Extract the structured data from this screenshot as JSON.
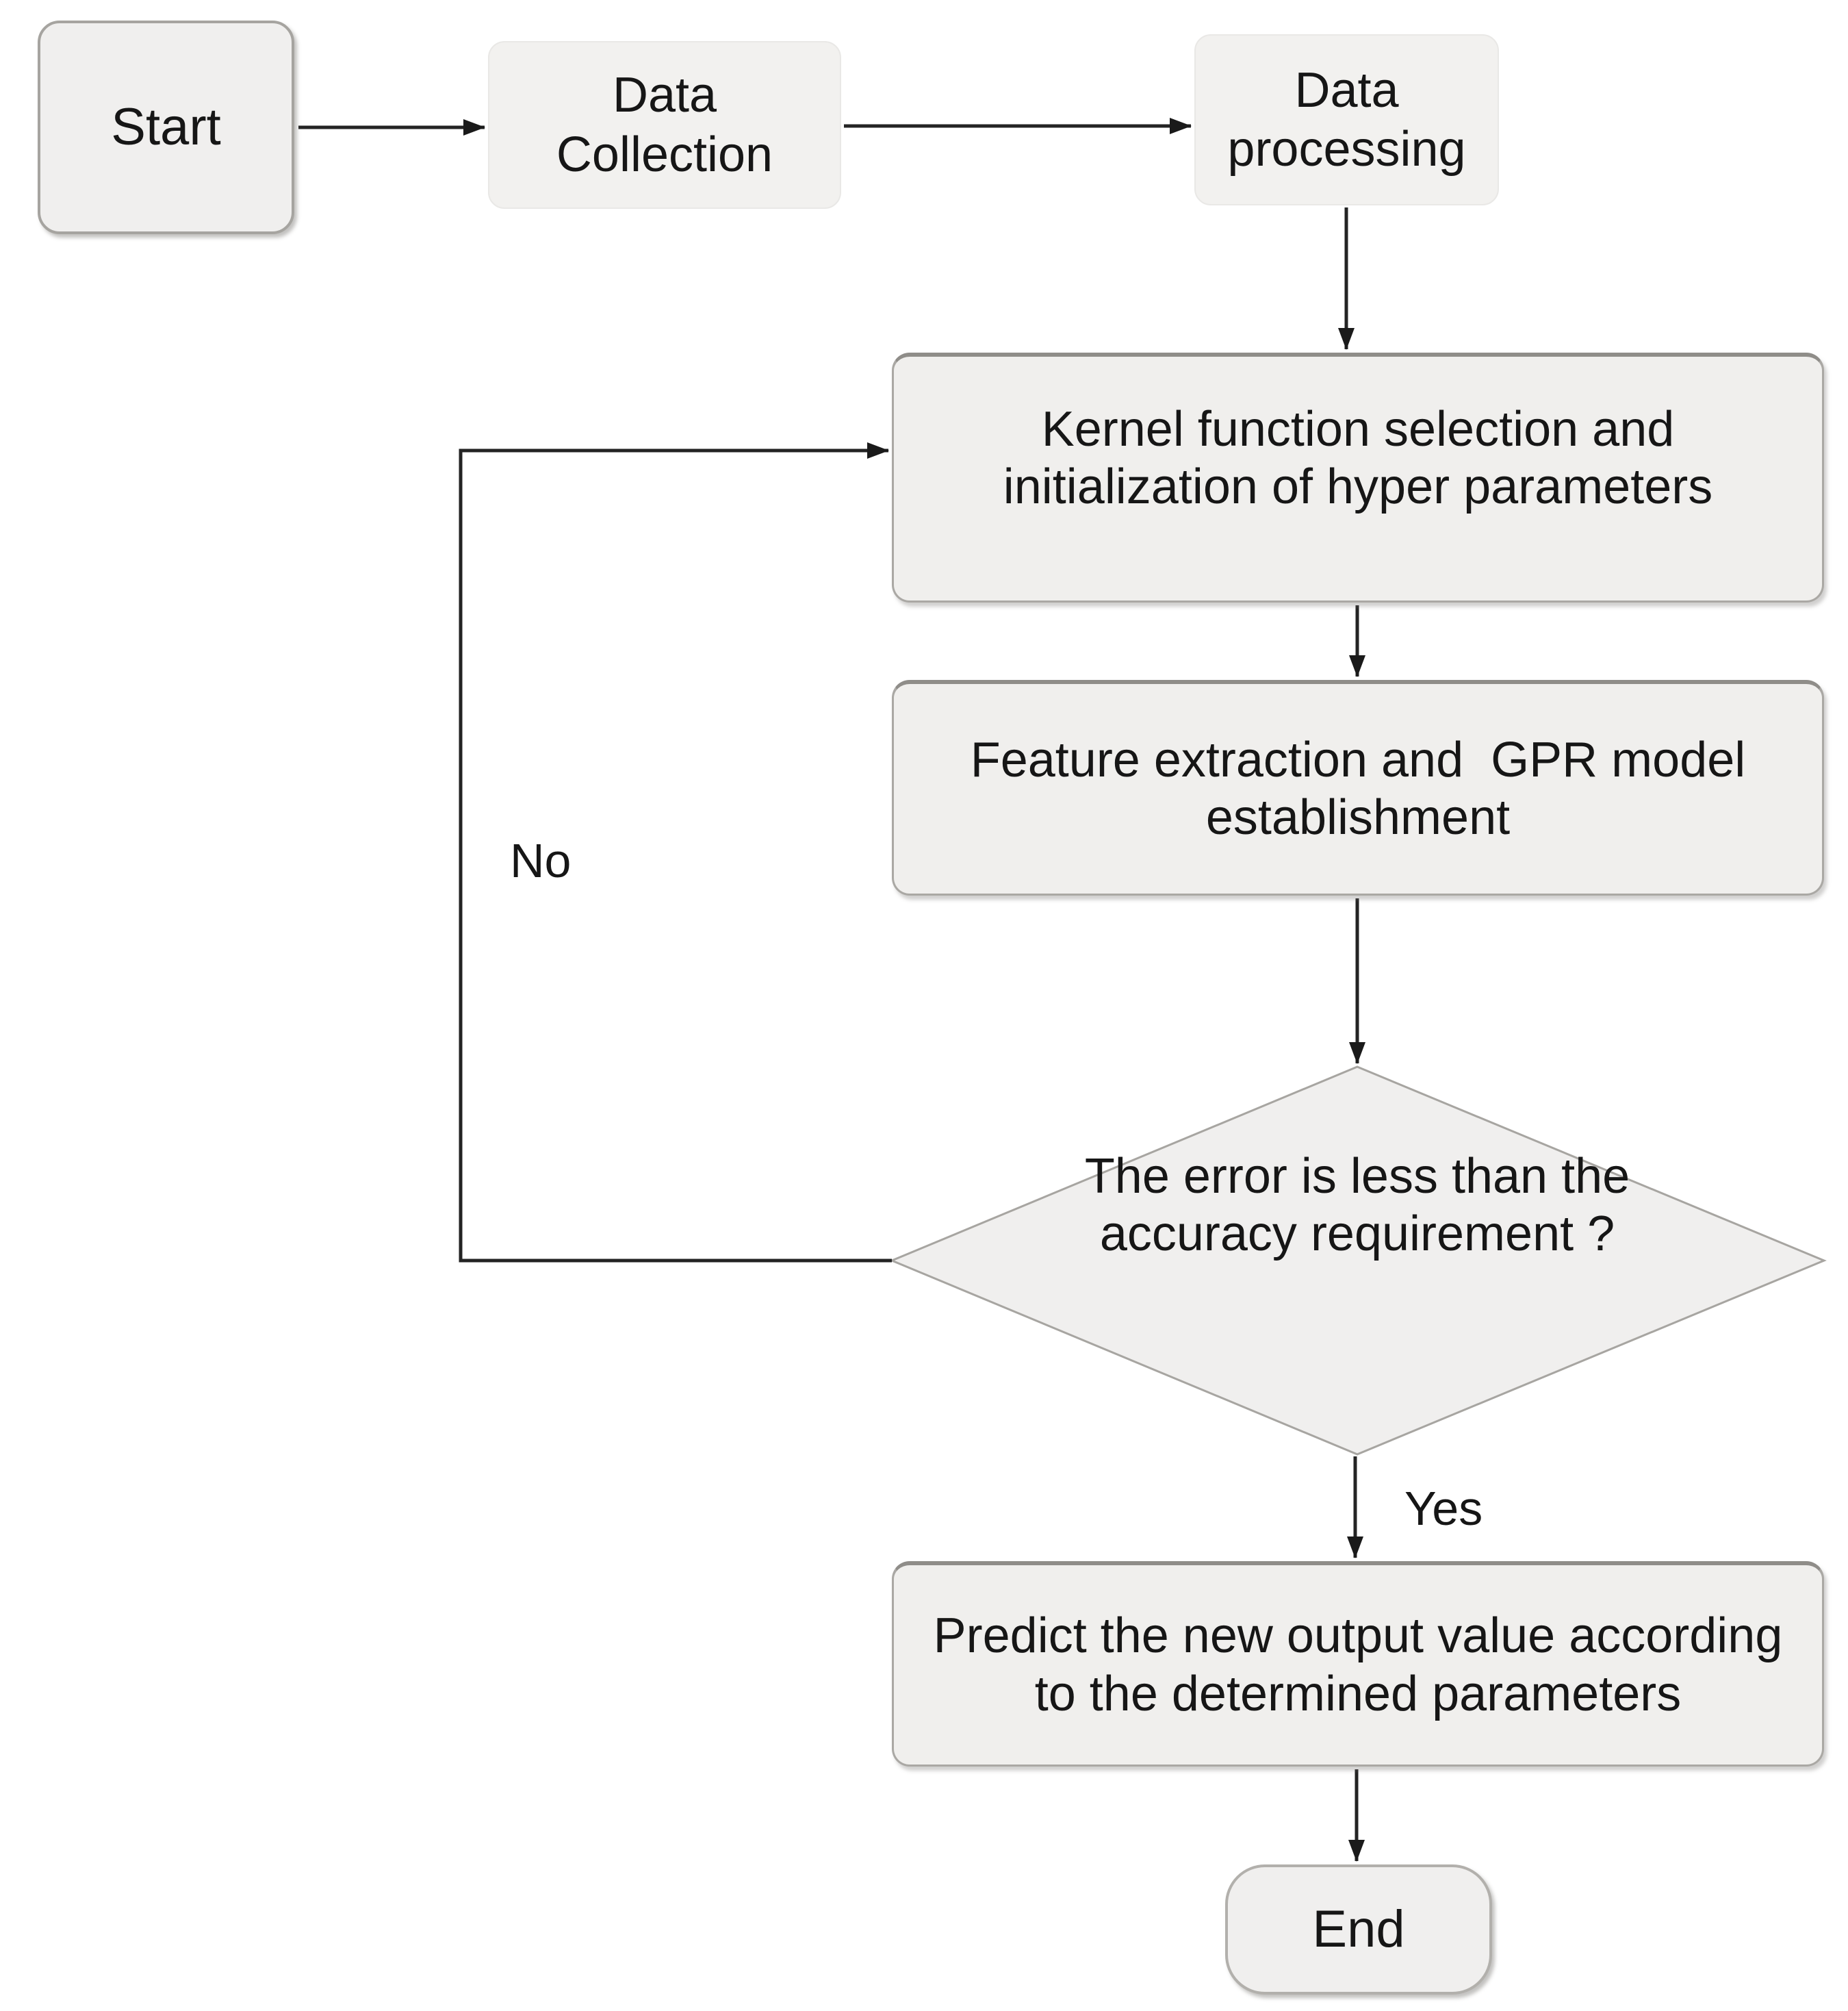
{
  "figure": {
    "type": "flowchart",
    "background": "#ffffff",
    "nodes": {
      "start": {
        "label": "Start",
        "shape": "terminator"
      },
      "data_collection": {
        "label": "Data\nCollection",
        "shape": "process"
      },
      "data_processing": {
        "label": "Data\nprocessing",
        "shape": "process"
      },
      "kernel_init": {
        "label": "Kernel function selection and\ninitialization of hyper parameters",
        "shape": "process"
      },
      "feature_gpr": {
        "label": "Feature extraction and  GPR model\nestablishment",
        "shape": "process"
      },
      "error_check": {
        "label": "The error is less than the\naccuracy requirement ?",
        "shape": "decision"
      },
      "predict": {
        "label": "Predict the new output value according\nto the determined parameters",
        "shape": "process"
      },
      "end": {
        "label": "End",
        "shape": "terminator"
      }
    },
    "edge_labels": {
      "no": "No",
      "yes": "Yes"
    },
    "colors": {
      "node_fill": "#f0efed",
      "node_fill_light": "#f2f1ef",
      "node_border": "#a6a4a0",
      "node_border_dark": "#8f8d89",
      "arrow": "#242424",
      "text": "#161616"
    }
  }
}
